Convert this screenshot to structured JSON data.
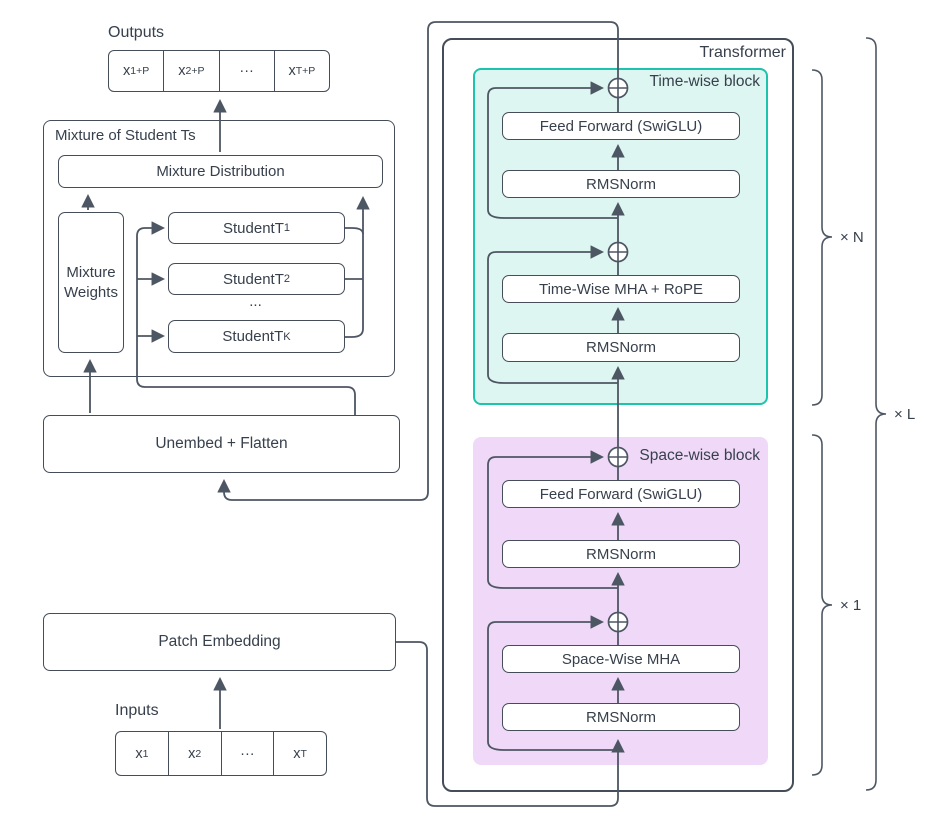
{
  "colors": {
    "stroke": "#4d5663",
    "box-border": "#454d59",
    "text": "#37404c",
    "teal-border": "#1ec3ae",
    "teal-fill": "#def6f1",
    "pink-fill": "#f0d9f8",
    "bg": "#ffffff"
  },
  "outputs": {
    "label": "Outputs",
    "cells": [
      {
        "base": "x",
        "sub": "1+P"
      },
      {
        "base": "x",
        "sub": "2+P"
      },
      {
        "base": "···",
        "sub": ""
      },
      {
        "base": "x",
        "sub": "T+P"
      }
    ]
  },
  "mixture": {
    "title": "Mixture of Student Ts",
    "distribution": "Mixture Distribution",
    "weights": "Mixture Weights",
    "students": [
      {
        "base": "StudentT",
        "sub": "1"
      },
      {
        "base": "StudentT",
        "sub": "2"
      },
      {
        "base": "StudentT",
        "sub": "K"
      }
    ],
    "dots": "..."
  },
  "unembed": {
    "label": "Unembed + Flatten"
  },
  "patch": {
    "label": "Patch Embedding"
  },
  "inputs": {
    "label": "Inputs",
    "cells": [
      {
        "base": "x",
        "sub": "1"
      },
      {
        "base": "x",
        "sub": "2"
      },
      {
        "base": "···",
        "sub": ""
      },
      {
        "base": "x",
        "sub": "T"
      }
    ]
  },
  "transformer": {
    "label": "Transformer",
    "timewise": {
      "label": "Time-wise block",
      "ff": "Feed Forward (SwiGLU)",
      "norm_ff": "RMSNorm",
      "mha": "Time-Wise MHA + RoPE",
      "norm_mha": "RMSNorm"
    },
    "spacewise": {
      "label": "Space-wise block",
      "ff": "Feed Forward (SwiGLU)",
      "norm_ff": "RMSNorm",
      "mha": "Space-Wise MHA",
      "norm_mha": "RMSNorm"
    },
    "repeats": {
      "timewise": "× N",
      "spacewise": "× 1",
      "transformer": "× L"
    }
  }
}
